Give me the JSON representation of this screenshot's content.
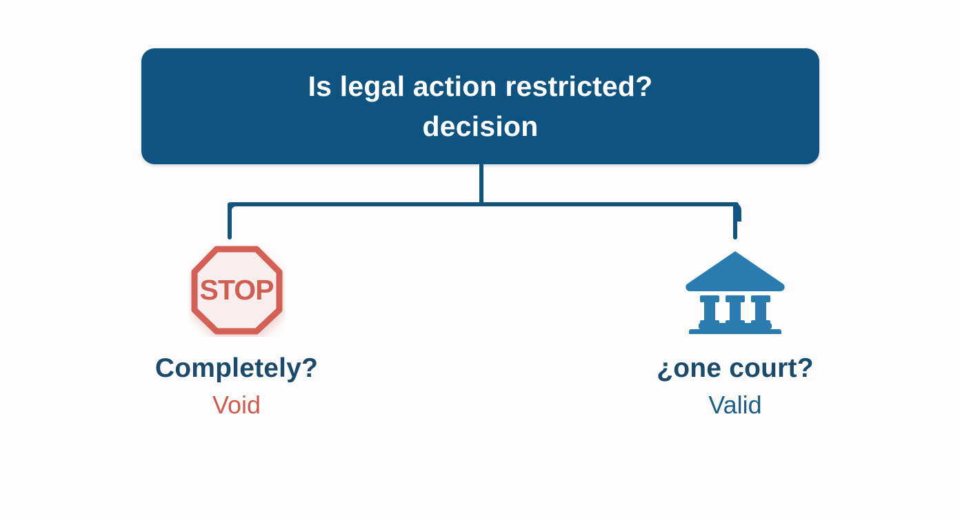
{
  "diagram": {
    "type": "decision-tree",
    "background_color": "#fdfdfd",
    "root": {
      "title_line1": "Is legal action restricted?",
      "title_line2": "decision",
      "box_color": "#0f5480",
      "text_color": "#ffffff"
    },
    "connector": {
      "color": "#10547f",
      "style": "orthogonal-elbow"
    },
    "branches": [
      {
        "icon": "stop-sign-icon",
        "icon_color": "#d35f55",
        "icon_text": "STOP",
        "label_primary": "Completely?",
        "label_primary_color": "#1b4a6b",
        "label_secondary": "Void",
        "label_secondary_color": "#cf5a4c"
      },
      {
        "icon": "courthouse-icon",
        "icon_color": "#2a7cb0",
        "icon_text": "",
        "label_primary": "¿one court?",
        "label_primary_color": "#1b4a6b",
        "label_secondary": "Valid",
        "label_secondary_color": "#1d5f85"
      }
    ]
  }
}
